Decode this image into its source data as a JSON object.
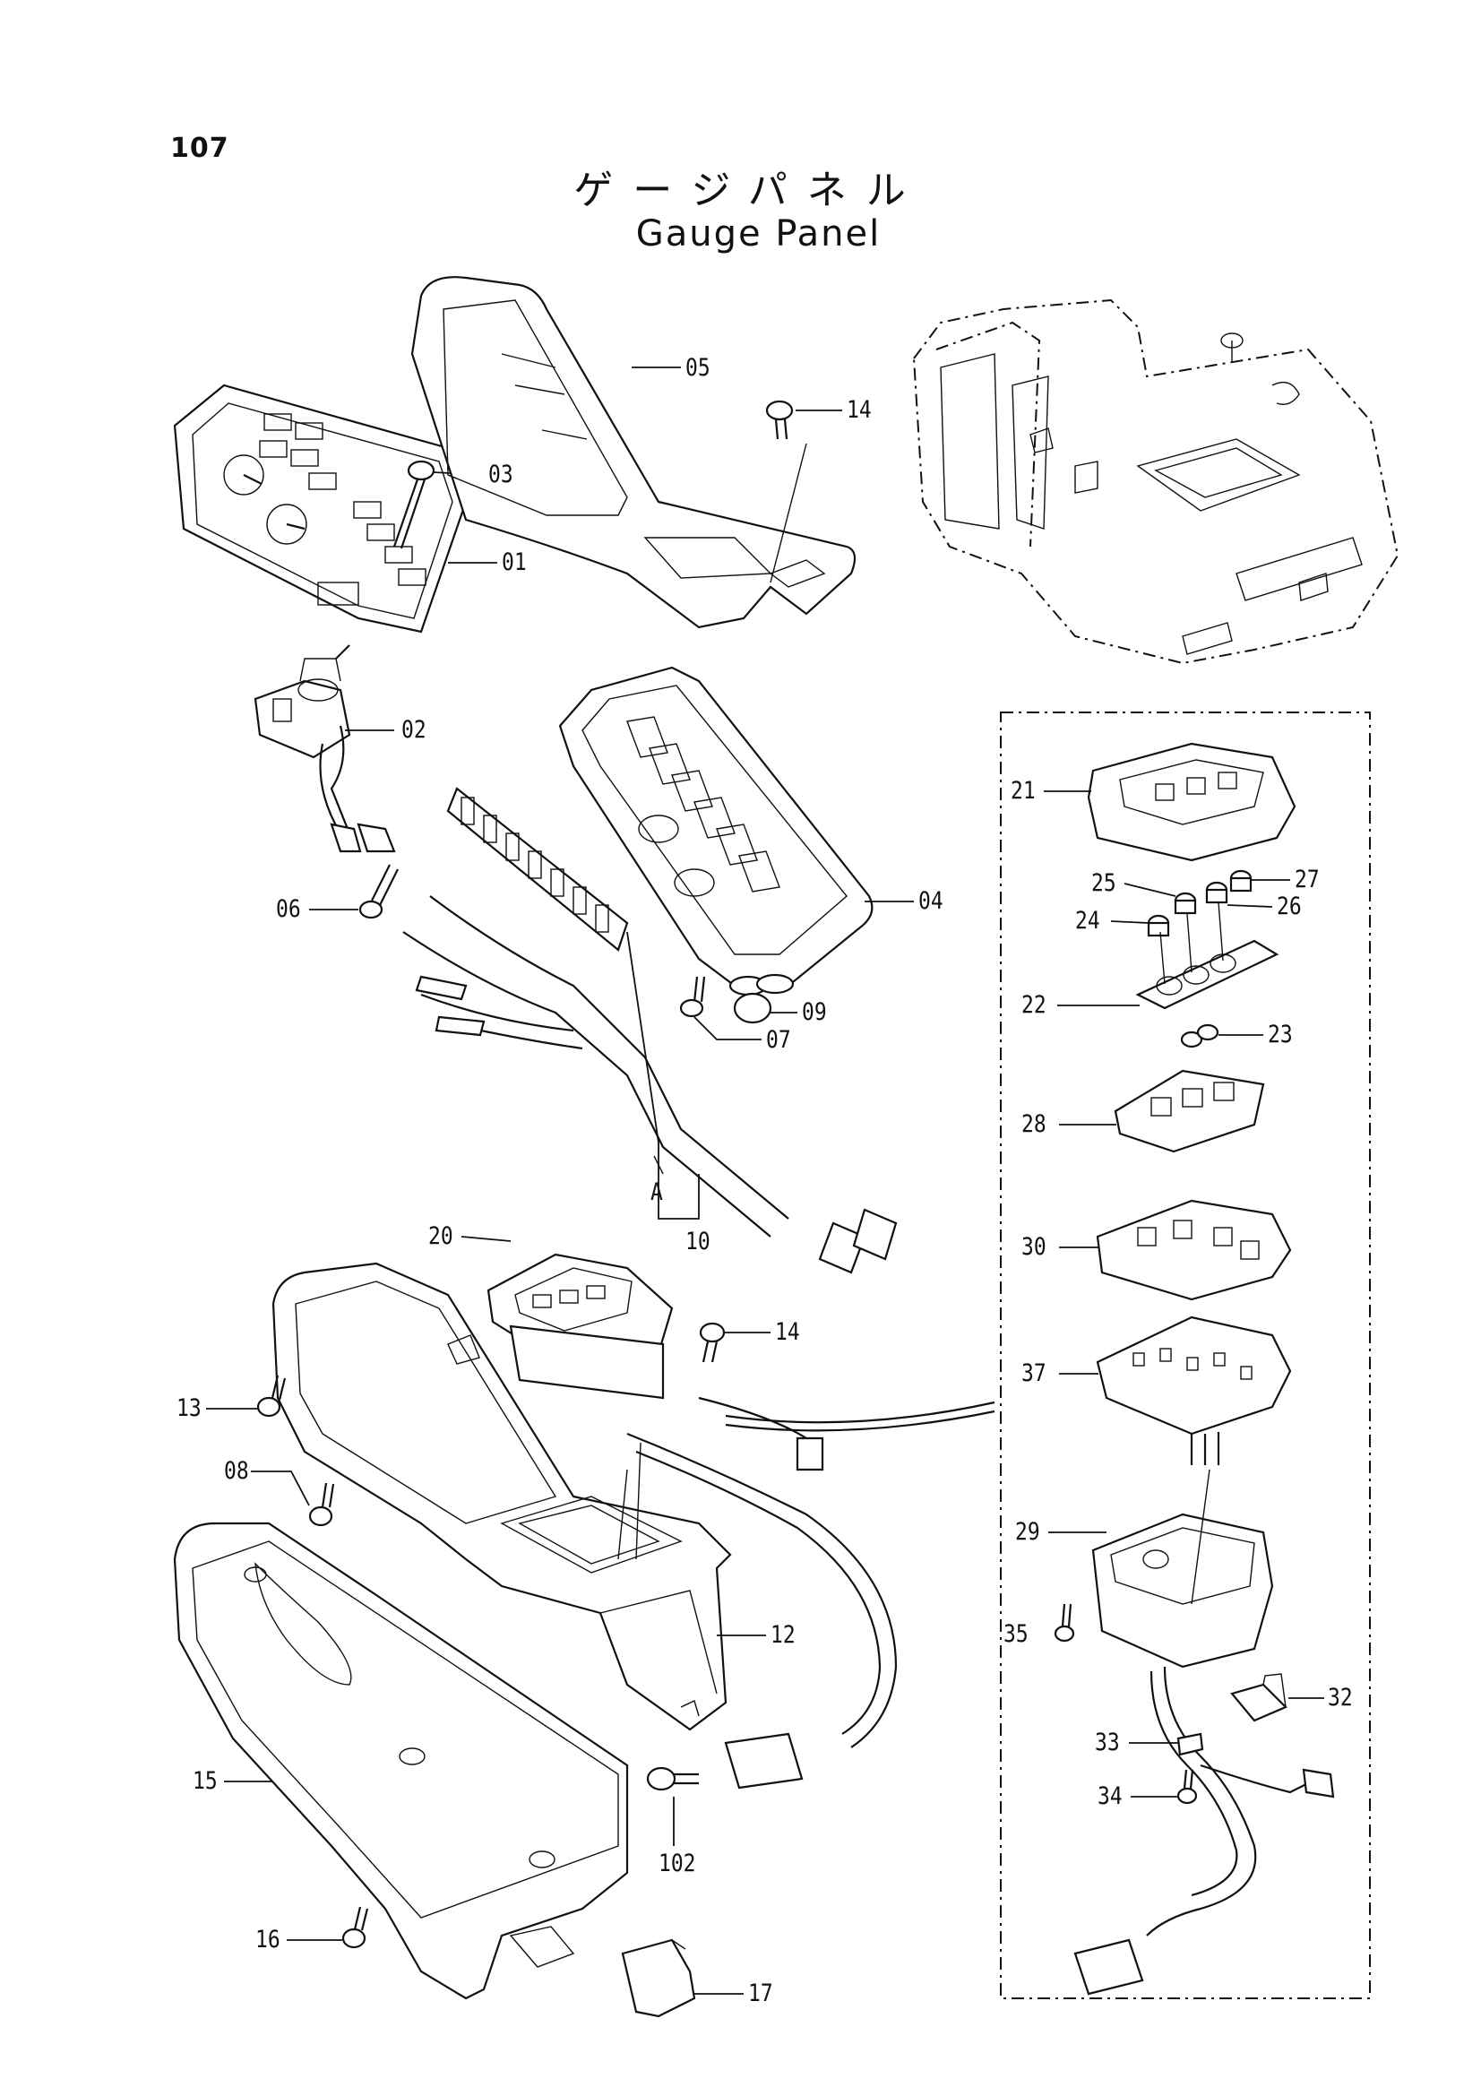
{
  "header": {
    "page_number": "107",
    "title_jp": "ゲージパネル",
    "title_en": "Gauge Panel"
  },
  "callouts": {
    "c01": "01",
    "c02": "02",
    "c03": "03",
    "c04": "04",
    "c05": "05",
    "c06": "06",
    "c07": "07",
    "c08": "08",
    "c09": "09",
    "c10": "10",
    "c12": "12",
    "c13": "13",
    "c14a": "14",
    "c14b": "14",
    "c15": "15",
    "c16": "16",
    "c17": "17",
    "c20": "20",
    "c21": "21",
    "c22": "22",
    "c23": "23",
    "c24": "24",
    "c25": "25",
    "c26": "26",
    "c27": "27",
    "c28": "28",
    "c29": "29",
    "c30": "30",
    "c32": "32",
    "c33": "33",
    "c34": "34",
    "c35": "35",
    "c37": "37",
    "c102": "102",
    "cA": "A"
  }
}
